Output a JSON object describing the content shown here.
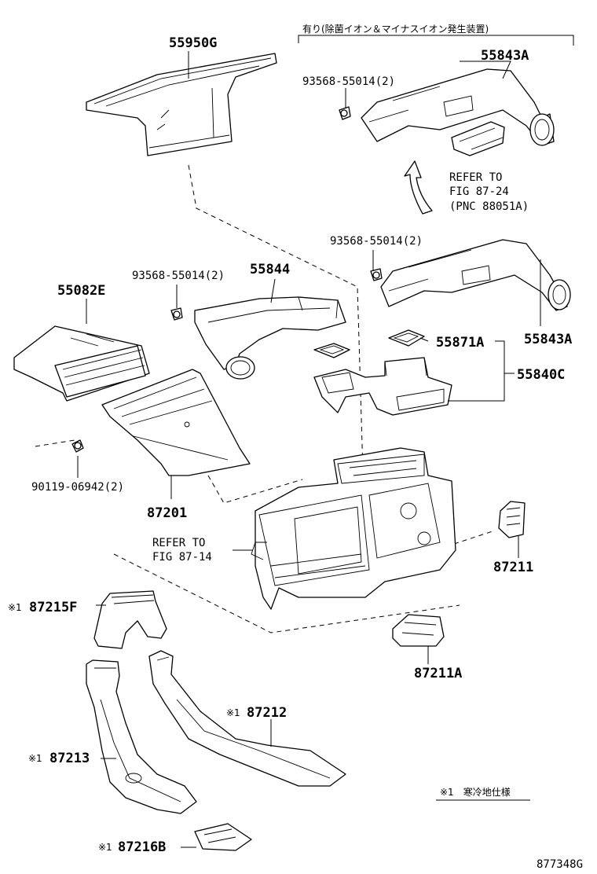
{
  "labels": {
    "p55950g": "55950G",
    "p55843a_top": "55843A",
    "bolt_top": "93568-55014(2)",
    "refer_87_24_line1": "REFER TO",
    "refer_87_24_line2": "FIG 87-24",
    "refer_87_24_line3": "(PNC 88051A)",
    "bolt_mid": "93568-55014(2)",
    "p55082e": "55082E",
    "bolt_left": "93568-55014(2)",
    "p55844": "55844",
    "p55871a": "55871A",
    "p55843a_mid": "55843A",
    "p55840c": "55840C",
    "screw": "90119-06942(2)",
    "p87201": "87201",
    "refer_87_14_line1": "REFER TO",
    "refer_87_14_line2": "FIG 87-14",
    "p87211": "87211",
    "p87215f": "87215F",
    "p87211a": "87211A",
    "p87212": "87212",
    "p87213": "87213",
    "p87216b": "87216B",
    "cold_mark_87215f": "※1",
    "cold_mark_87212": "※1",
    "cold_mark_87213": "※1",
    "cold_mark_87216b": "※1",
    "option_note": "有り(除菌イオン＆マイナスイオン発生装置)",
    "legend_note": "※1　寒冷地仕様",
    "figure_code": "877348G"
  }
}
